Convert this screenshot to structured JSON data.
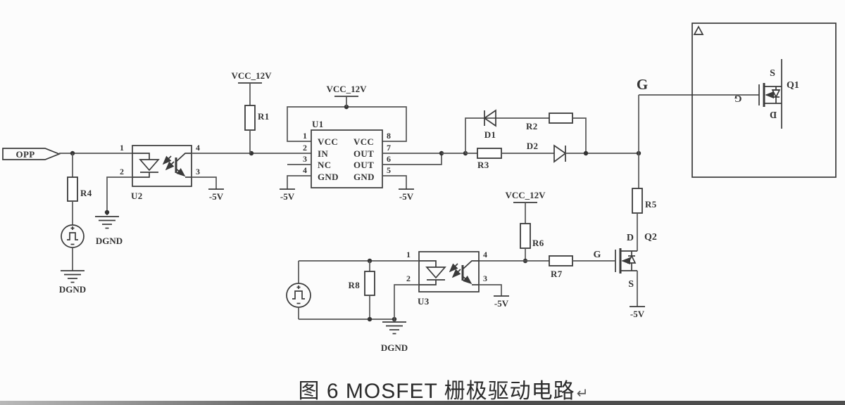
{
  "power": {
    "vcc": "VCC_12V",
    "neg5": "-5V",
    "dgnd": "DGND"
  },
  "ports": {
    "opp": "OPP",
    "g_node": "G",
    "g_gate": "G"
  },
  "refs": {
    "r1": "R1",
    "r2": "R2",
    "r3": "R3",
    "r4": "R4",
    "r5": "R5",
    "r6": "R6",
    "r7": "R7",
    "r8": "R8",
    "d1": "D1",
    "d2": "D2",
    "u1": "U1",
    "u2": "U2",
    "u3": "U3",
    "q1": "Q1",
    "q2": "Q2"
  },
  "u1": {
    "left": [
      "VCC",
      "IN",
      "NC",
      "GND"
    ],
    "right": [
      "VCC",
      "OUT",
      "OUT",
      "GND"
    ],
    "nums_left": [
      "1",
      "2",
      "3",
      "4"
    ],
    "nums_right": [
      "8",
      "7",
      "6",
      "5"
    ]
  },
  "opto_pins": {
    "p1": "1",
    "p2": "2",
    "p3": "3",
    "p4": "4"
  },
  "mos": {
    "s": "S",
    "d": "D",
    "g": "G"
  },
  "caption": {
    "figure": "图 6 MOSFET 栅极驱动电路",
    "mark": "↵"
  }
}
